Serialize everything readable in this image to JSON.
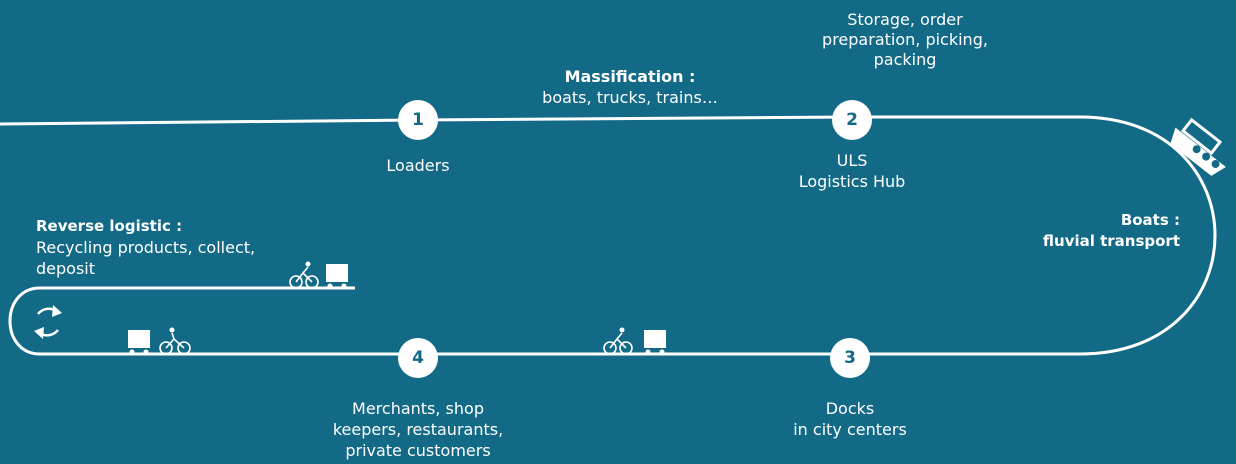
{
  "colors": {
    "background": "#136a87",
    "line": "#ffffff",
    "node_fill": "#ffffff",
    "node_text": "#136a87"
  },
  "nodes": [
    {
      "number": "1",
      "label_lines": [
        "Loaders"
      ]
    },
    {
      "number": "2",
      "label_lines": [
        "ULS",
        "Logistics Hub"
      ]
    },
    {
      "number": "3",
      "label_lines": [
        "Docks",
        "in city centers"
      ]
    },
    {
      "number": "4",
      "label_lines": [
        "Merchants, shop",
        "keepers,  restaurants,",
        "private customers"
      ]
    }
  ],
  "massification": {
    "title": "Massification :",
    "text": "boats, trucks, trains…"
  },
  "storage": {
    "lines": [
      "Storage, order",
      "preparation, picking,",
      "packing"
    ]
  },
  "boats": {
    "title": "Boats :",
    "text": "fluvial transport"
  },
  "reverse": {
    "title": "Reverse logistic :",
    "lines": [
      "Recycling products, collect,",
      "deposit"
    ]
  },
  "icons": [
    "boat-icon",
    "cargo-bike-icon",
    "recycle-arrows-icon"
  ]
}
